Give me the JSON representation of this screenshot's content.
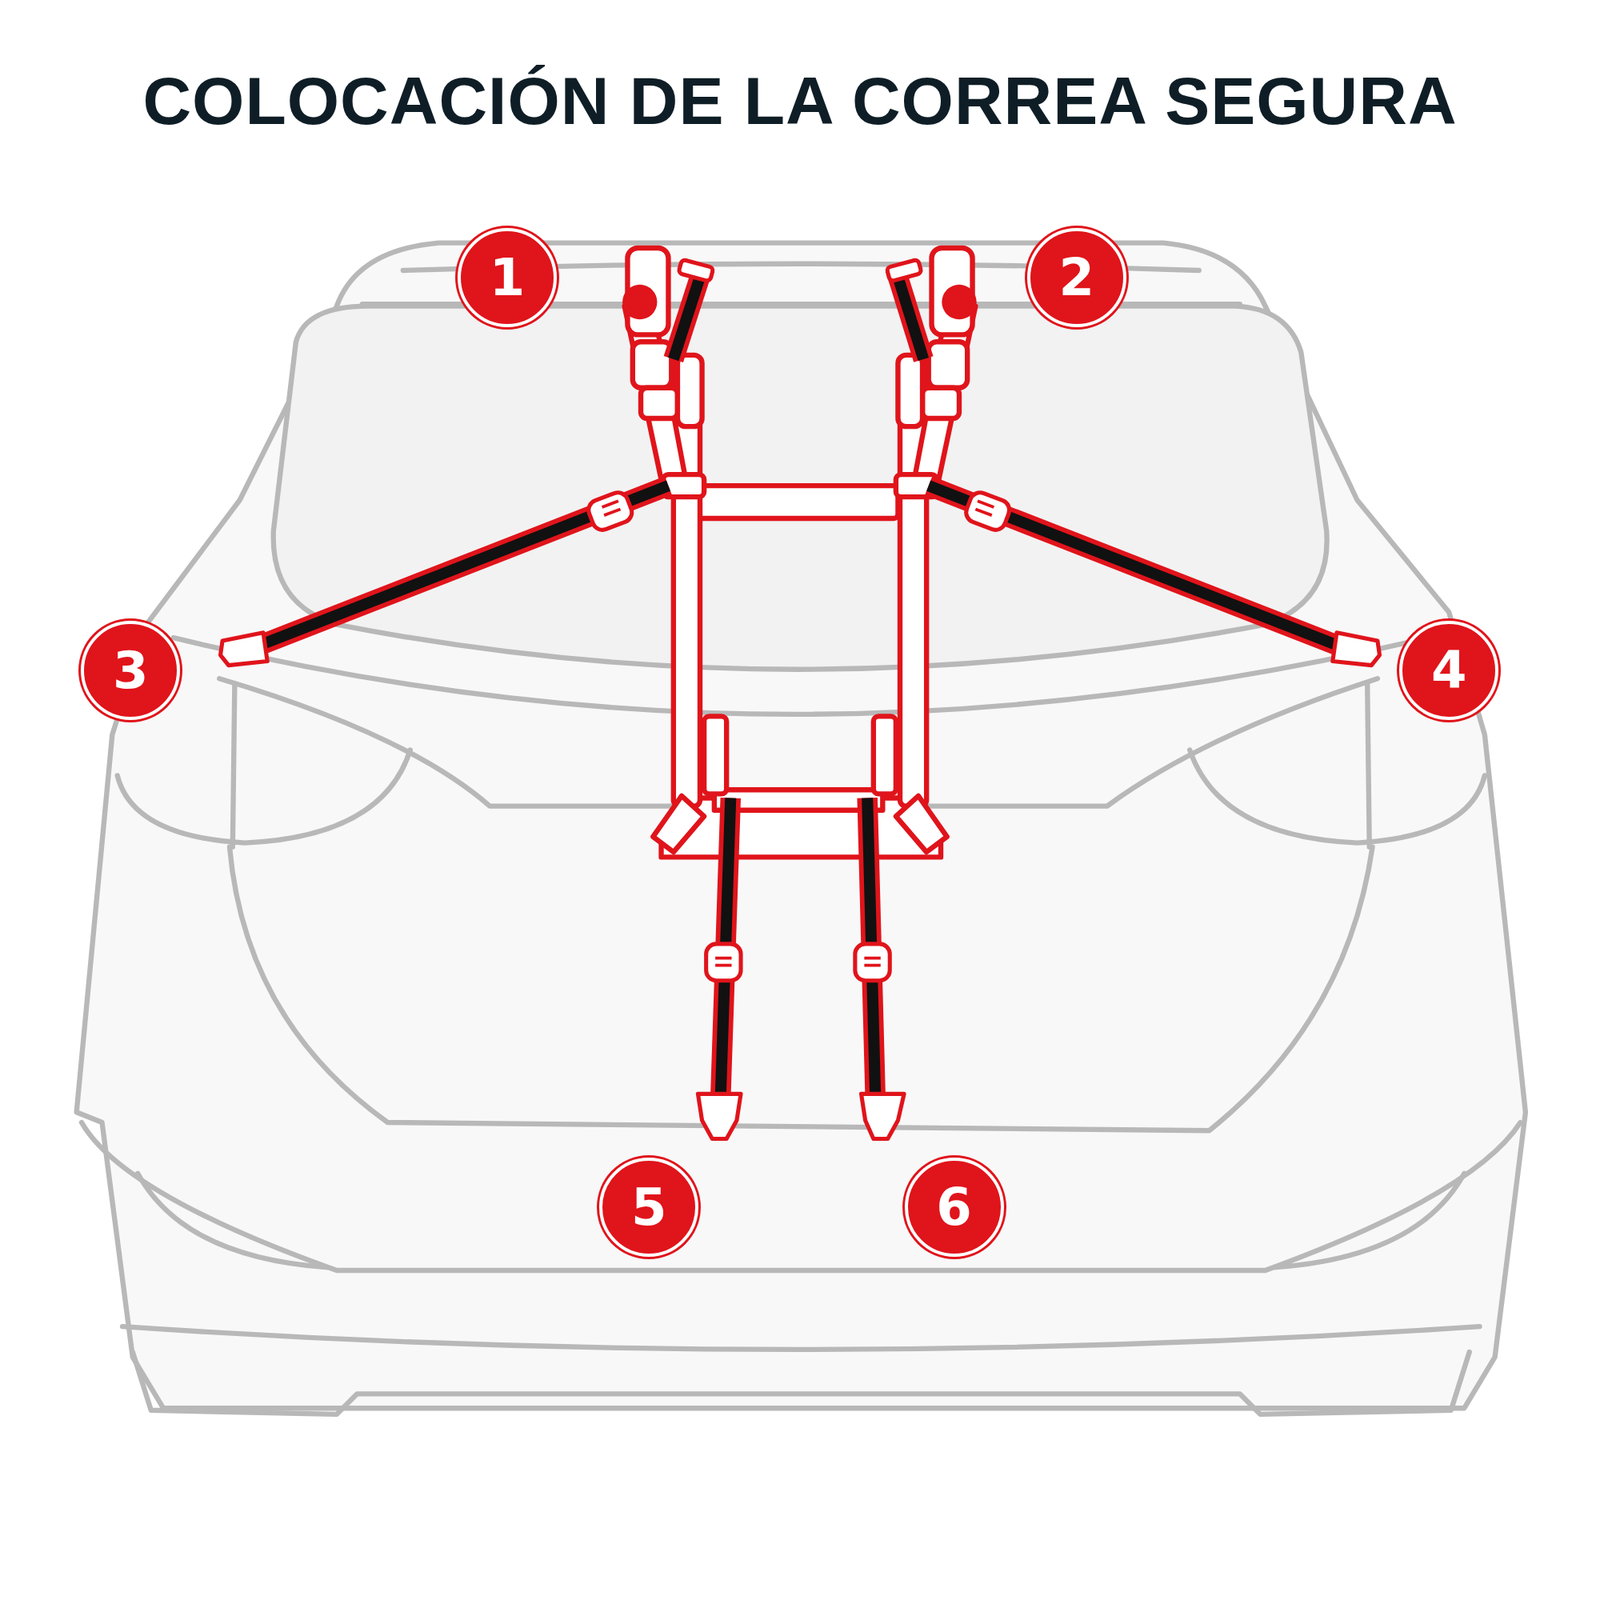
{
  "diagram": {
    "title": "COLOCACIÓN DE LA CORREA SEGURA",
    "nodes": [
      {
        "text": [
          "1"
        ]
      },
      {
        "text": [
          "2"
        ]
      },
      {
        "text": [
          "3"
        ]
      },
      {
        "text": [
          "4"
        ]
      },
      {
        "text": [
          "5"
        ]
      },
      {
        "text": [
          "6"
        ]
      }
    ]
  }
}
